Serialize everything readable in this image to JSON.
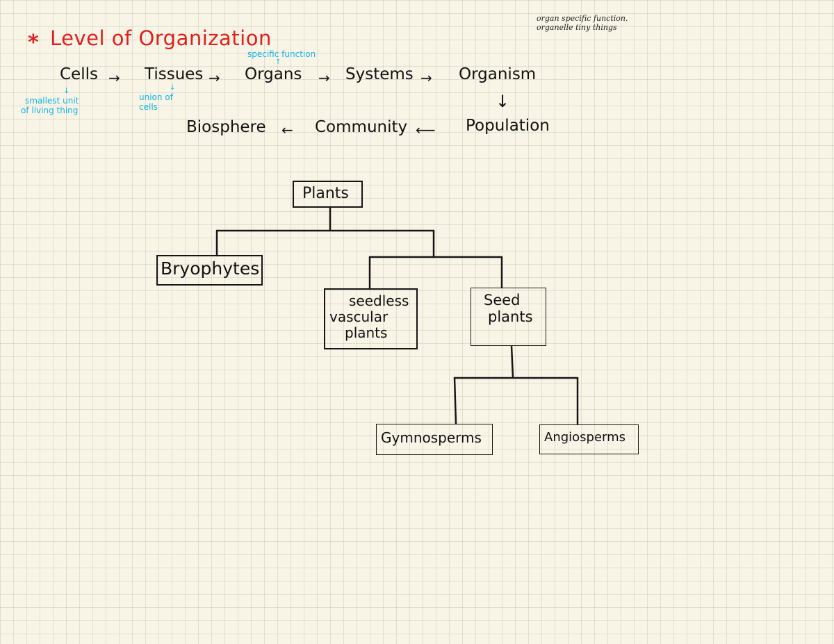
{
  "corner_note": {
    "line1": "organ specific function.",
    "line2": "organelle tiny things"
  },
  "heading": {
    "marker": "*",
    "title": "Level of Organization"
  },
  "chain": {
    "top_row": [
      "Cells",
      "Tissues",
      "Organs",
      "Systems",
      "Organism"
    ],
    "bottom_row": [
      "Biosphere",
      "Community",
      "Population"
    ]
  },
  "annotations": {
    "cells_note_line1": "smallest unit",
    "cells_note_line2": "of living thing",
    "tissues_note_line1": "union of",
    "tissues_note_line2": "cells",
    "organs_note": "specific function"
  },
  "tree": {
    "root": "Plants",
    "bryophytes": "Bryophytes",
    "seedless": [
      "seedless",
      "vascular",
      "plants"
    ],
    "seed": [
      "Seed",
      "plants"
    ],
    "gymnosperms": "Gymnosperms",
    "angiosperms": "Angiosperms"
  }
}
